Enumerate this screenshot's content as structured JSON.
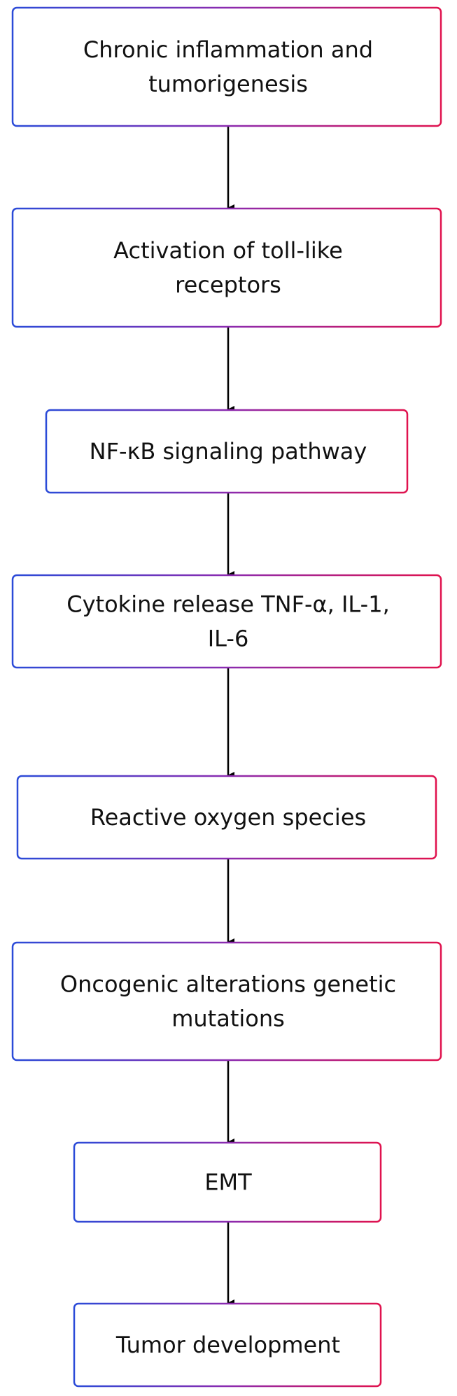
{
  "diagram": {
    "type": "flowchart",
    "direction": "top-to-bottom",
    "border_gradient": {
      "start": "#2b4bd8",
      "middle": "#8b2bb0",
      "end": "#e0124e"
    },
    "arrow_color": "#000000",
    "steps": [
      {
        "lines": [
          "Chronic inflammation and",
          "tumorigenesis"
        ]
      },
      {
        "lines": [
          "Activation of toll-like",
          "receptors"
        ]
      },
      {
        "lines": [
          "NF-κB signaling pathway"
        ]
      },
      {
        "lines": [
          "Cytokine release TNF-α, IL-1,",
          "IL-6"
        ]
      },
      {
        "lines": [
          "Reactive oxygen species"
        ]
      },
      {
        "lines": [
          "Oncogenic alterations genetic",
          "mutations"
        ]
      },
      {
        "lines": [
          "EMT"
        ]
      },
      {
        "lines": [
          "Tumor development"
        ]
      }
    ]
  }
}
